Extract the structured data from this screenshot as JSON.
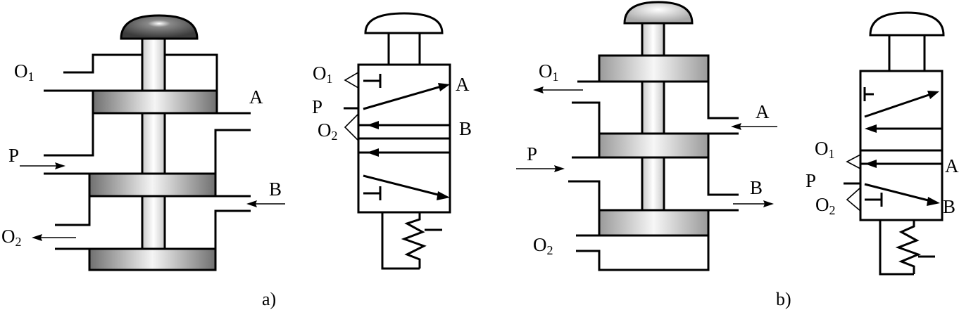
{
  "ports": {
    "o1": {
      "base": "O",
      "sub": "1"
    },
    "o2": {
      "base": "O",
      "sub": "2"
    },
    "p": "P",
    "a": "A",
    "b": "B"
  },
  "captions": {
    "a": "a)",
    "b": "b)"
  },
  "colors": {
    "line": "#000000",
    "spool_light": "#f2f2f2",
    "spool_dark": "#808080",
    "knob_dark": "#555555"
  }
}
